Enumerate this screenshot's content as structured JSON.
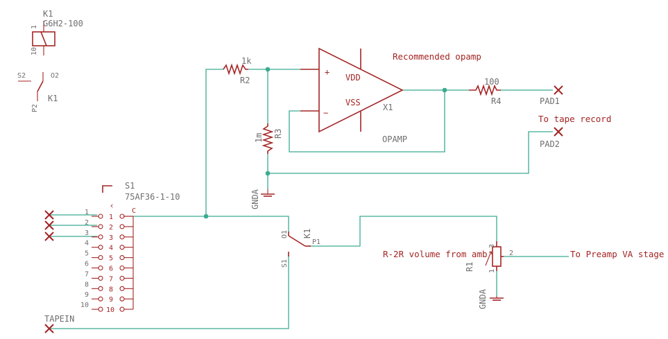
{
  "components": {
    "relay_coil": {
      "ref": "K1",
      "value": "G6H2-100",
      "pin1": "1",
      "pin2": "10"
    },
    "relay_contact_legend": {
      "ref": "K1",
      "pin_s": "S2",
      "pin_o": "O2",
      "pin_p": "P2"
    },
    "relay_contact_main": {
      "ref": "K1",
      "pin_o": "O1",
      "pin_p": "P1",
      "pin_s": "S1"
    },
    "r2": {
      "ref": "R2",
      "value": "1k"
    },
    "r3": {
      "ref": "R3",
      "value": "1m"
    },
    "r4": {
      "ref": "R4",
      "value": "100"
    },
    "r1": {
      "ref": "R1",
      "pin1": "1",
      "pin2": "2",
      "pin3": "3"
    },
    "opamp": {
      "ref": "X1",
      "value": "OPAMP",
      "plus": "+",
      "minus": "−",
      "vdd": "VDD",
      "vss": "VSS"
    },
    "switch": {
      "ref": "S1",
      "value": "75AF36-1-10",
      "common": "C",
      "arrow": "^",
      "pins": [
        "1",
        "2",
        "3",
        "4",
        "5",
        "6",
        "7",
        "8",
        "9",
        "10"
      ]
    },
    "gnd1": {
      "label": "GNDA"
    },
    "gnd2": {
      "label": "GNDA"
    }
  },
  "pads": {
    "pad1": "PAD1",
    "pad2": "PAD2",
    "tapein": "TAPEIN"
  },
  "notes": {
    "opamp": "Recommended opamp",
    "tape_record": "To tape record",
    "volume": "R-2R volume from amb",
    "preamp": "To Preamp VA stage"
  },
  "colors": {
    "wire": "#3aab91",
    "part": "#a42424",
    "label": "#6e6e6e"
  }
}
